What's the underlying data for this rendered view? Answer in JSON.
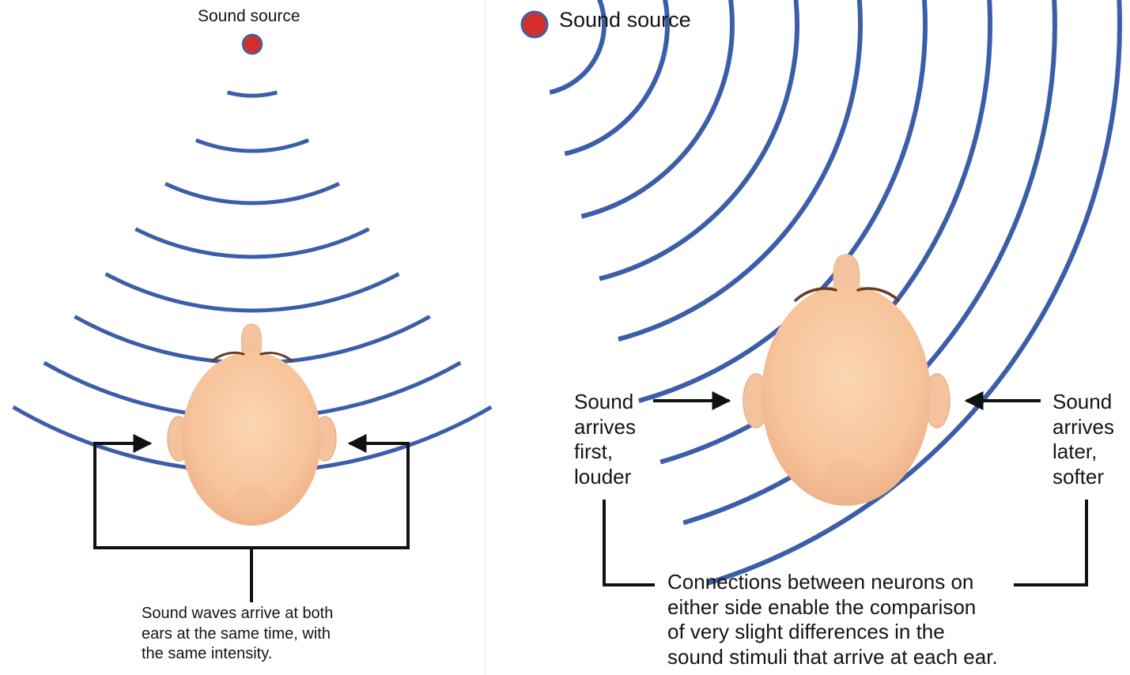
{
  "left_panel": {
    "source_label": "Sound source",
    "caption": "Sound waves arrive at both\nears at the same time, with\nthe same intensity."
  },
  "right_panel": {
    "source_label": "Sound source",
    "left_ear_label": "Sound\narrives\nfirst,\nlouder",
    "right_ear_label": "Sound\narrives\nlater,\nsofter",
    "caption": "Connections between neurons on\neither side enable the comparison\nof very slight differences in the\nsound stimuli that arrive at each ear."
  },
  "colors": {
    "wave": "#3c5ea8",
    "source_dot": "#d4302b",
    "source_dot_outline": "#3f5fa6",
    "skin": "#f8c9a0",
    "skin_shadow": "#eeb187",
    "brow": "#6b3b2a",
    "arrow": "#111111"
  }
}
